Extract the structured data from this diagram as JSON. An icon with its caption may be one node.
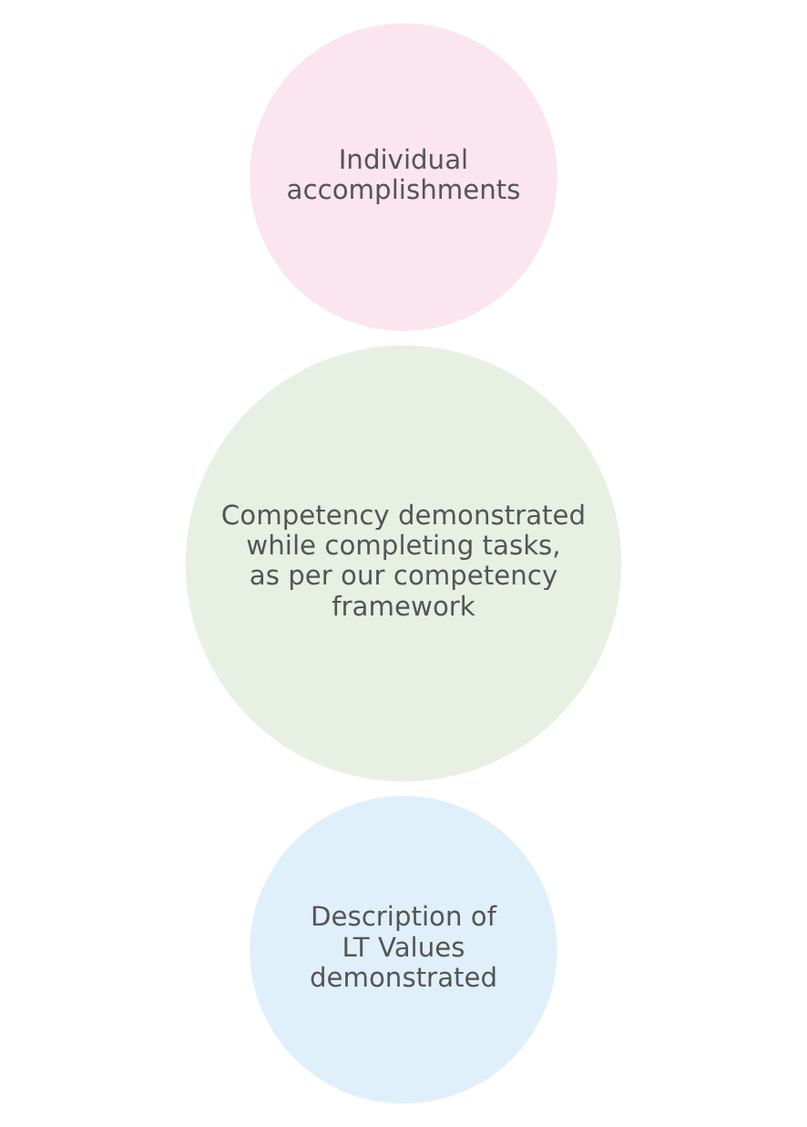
{
  "diagram": {
    "nodes": [
      {
        "text": [
          "Individual accomplishments"
        ]
      },
      {
        "text": [
          "Competency demonstrated while completing tasks, as per our competency framework"
        ]
      },
      {
        "text": [
          "Description of LT Values demonstrated"
        ]
      }
    ]
  }
}
